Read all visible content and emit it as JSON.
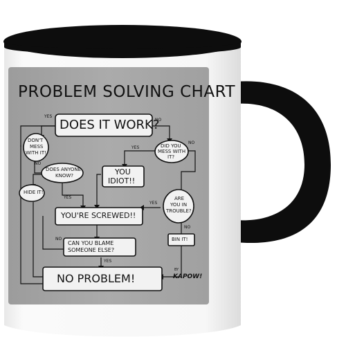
{
  "image_description_labels": {
    "title": "PROBLEM SOLVING CHART",
    "nodes": {
      "does_it_work": "DOES IT WORK?",
      "dont_mess": [
        "DON'T",
        "MESS",
        "WITH IT!"
      ],
      "did_you_mess": [
        "DID YOU",
        "MESS WITH",
        "IT?"
      ],
      "you_idiot": [
        "YOU",
        "IDIOT!!"
      ],
      "does_anyone_know": [
        "DOES ANYONE",
        "KNOW?"
      ],
      "hide_it": "HIDE IT!",
      "are_you_in_trouble": [
        "ARE",
        "YOU IN",
        "TROUBLE?"
      ],
      "youre_screwed": "YOU'RE SCREWED!!",
      "bin_it": "BIN IT!",
      "can_you_blame": [
        "CAN YOU BLAME",
        "SOMEONE ELSE?"
      ],
      "no_problem": "NO PROBLEM!"
    },
    "edge_labels": {
      "yes": "YES",
      "no": "NO"
    },
    "brand": {
      "by": "BY",
      "name": "KAPOW!"
    }
  },
  "colors": {
    "mug_body": "#f4f4f4",
    "mug_black": "#0d0d0d",
    "print_panel": "#a9a9a9",
    "box_fill": "#f2f2f2",
    "ink": "#111111"
  }
}
